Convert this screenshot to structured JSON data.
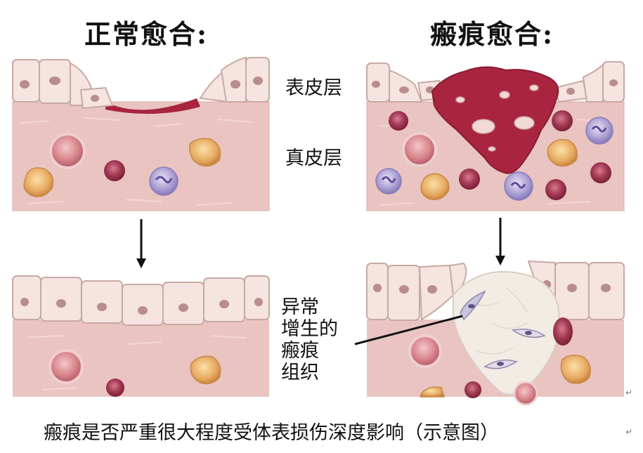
{
  "titles": {
    "normal": "正常愈合:",
    "scar": "瘢痕愈合:"
  },
  "layer_labels": {
    "epidermis": "表皮层",
    "dermis": "真皮层"
  },
  "annotation_lines": [
    "异常",
    "增生的",
    "瘢痕",
    "组织"
  ],
  "caption": "瘢痕是否严重很大程度受体表损伤深度影响（示意图）",
  "paragraph_mark": "↵",
  "colors": {
    "dermis": "#e9c4c1",
    "epidermis_cell": "#f5e4df",
    "cell_outline": "#c8a9a4",
    "nucleus": "#b98c8f",
    "blood_clot": "#a8243f",
    "scar_tissue": "#f2ece4",
    "red_cell": "#a33a55",
    "orange_cell": "#e6a960",
    "purple_cell": "#a79ad0"
  }
}
